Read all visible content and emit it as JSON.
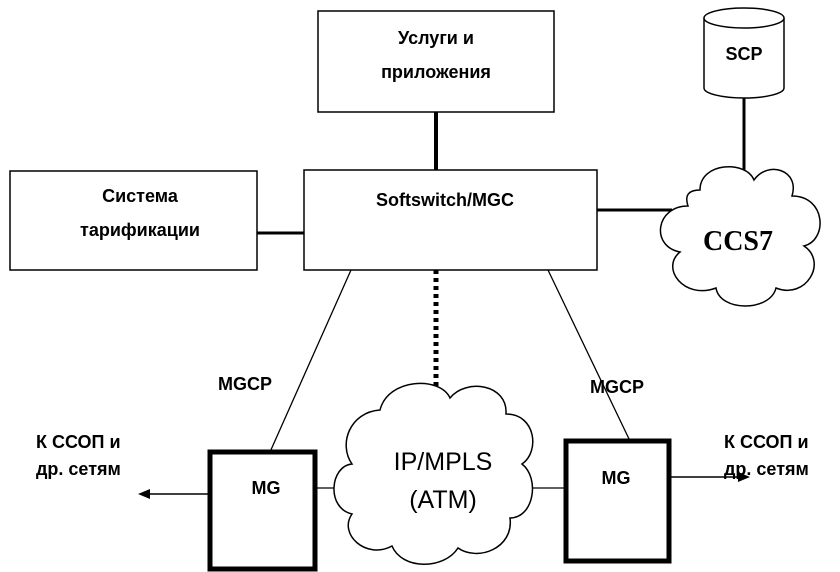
{
  "boxes": {
    "services": {
      "line1": "Услуги и",
      "line2": "приложения"
    },
    "billing": {
      "line1": "Система",
      "line2": "тарификации"
    },
    "softswitch": {
      "label": "Softswitch/MGC"
    },
    "mg_left": {
      "label": "MG"
    },
    "mg_right": {
      "label": "MG"
    }
  },
  "database": {
    "label": "SCP"
  },
  "clouds": {
    "ccs7": {
      "label": "CCS7"
    },
    "ip_core": {
      "line1": "IP/MPLS",
      "line2": "(ATM)"
    }
  },
  "protocols": {
    "left": "MGCP",
    "right": "MGCP"
  },
  "external": {
    "left": {
      "line1": "К ССОП и",
      "line2": "др. сетям"
    },
    "right": {
      "line1": "К ССОП и",
      "line2": "др. сетям"
    }
  }
}
